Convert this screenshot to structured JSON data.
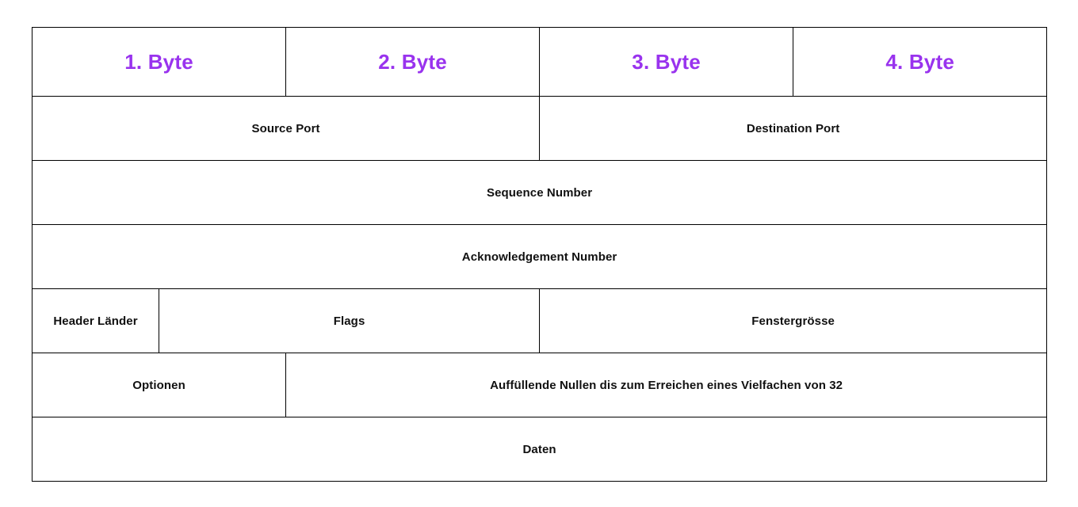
{
  "diagram": {
    "name": "tcp-header-layout",
    "accent_color": "#9933ee",
    "text_color": "#111111",
    "border_color": "#000000",
    "background": "#ffffff",
    "byte_header": {
      "byte1": "1. Byte",
      "byte2": "2. Byte",
      "byte3": "3. Byte",
      "byte4": "4. Byte"
    },
    "rows": {
      "ports": {
        "source_port": "Source Port",
        "destination_port": "Destination Port"
      },
      "sequence_number": "Sequence Number",
      "acknowledgement_number": "Acknowledgement Number",
      "flags_row": {
        "header_length": "Header Länder",
        "flags": "Flags",
        "window_size": "Fenstergrösse"
      },
      "options_row": {
        "options": "Optionen",
        "padding": "Auffüllende Nullen dis zum Erreichen eines Vielfachen von 32"
      },
      "data": "Daten"
    }
  }
}
